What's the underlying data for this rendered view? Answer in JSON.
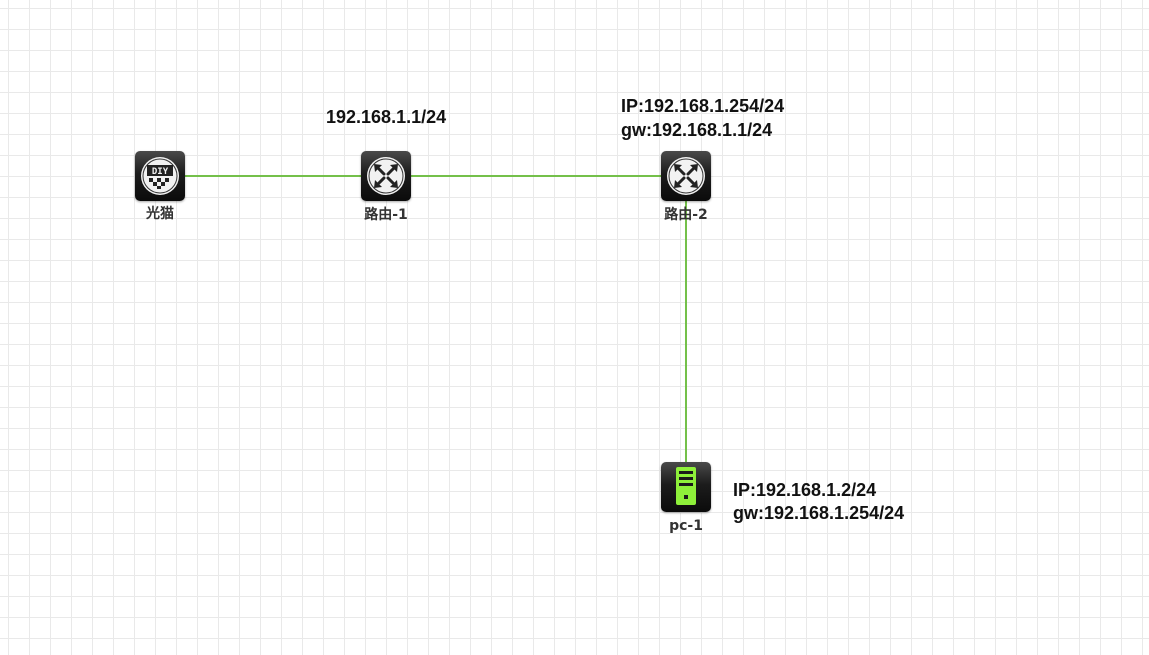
{
  "colors": {
    "link": "#74c04a",
    "pc_accent": "#8ef03a",
    "grid": "#e9e9e9"
  },
  "nodes": {
    "modem": {
      "label": "光猫",
      "icon": "diy-modem-icon"
    },
    "router1": {
      "label": "路由-1",
      "icon": "router-icon"
    },
    "router2": {
      "label": "路由-2",
      "icon": "router-icon"
    },
    "pc1": {
      "label": "pc-1",
      "icon": "pc-tower-icon"
    }
  },
  "annotations": {
    "router1_ip": "192.168.1.1/24",
    "router2_ip": "IP:192.168.1.254/24",
    "router2_gw": "gw:192.168.1.1/24",
    "pc1_ip": "IP:192.168.1.2/24",
    "pc1_gw": "gw:192.168.1.254/24"
  }
}
